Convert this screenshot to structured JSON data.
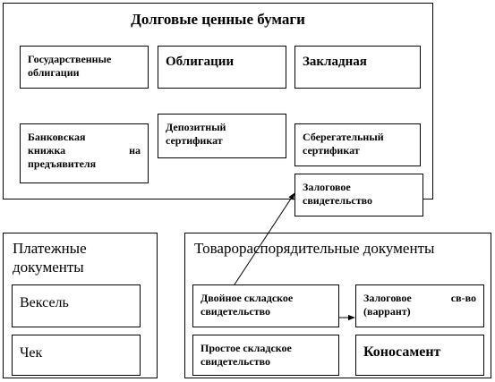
{
  "debt_securities": {
    "title": "Долговые ценные бумаги",
    "items": {
      "government_bonds": "Государственные облигации",
      "bonds": "Облигации",
      "mortgage": "Закладная",
      "bank_book_line1": "Банковская",
      "bank_book_line2": "книжка на",
      "bank_book_line3": "предъявителя",
      "deposit_certificate": "Депозитный сертификат",
      "savings_certificate": "Сберегательный сертификат"
    }
  },
  "pledge_certificate": "Залоговое свидетельство",
  "payment_documents": {
    "title": "Платежные документы",
    "items": {
      "bill_of_exchange": "Вексель",
      "check": "Чек"
    }
  },
  "commodity_documents": {
    "title": "Товарораспорядительные документы",
    "items": {
      "double_warehouse": "Двойное складское свидетельство",
      "pledge_warrant_line1": "Залоговое св-во",
      "pledge_warrant_line2": "(варрант)",
      "simple_warehouse": "Простое складское свидетельство",
      "bill_of_lading": "Коносамент"
    }
  }
}
